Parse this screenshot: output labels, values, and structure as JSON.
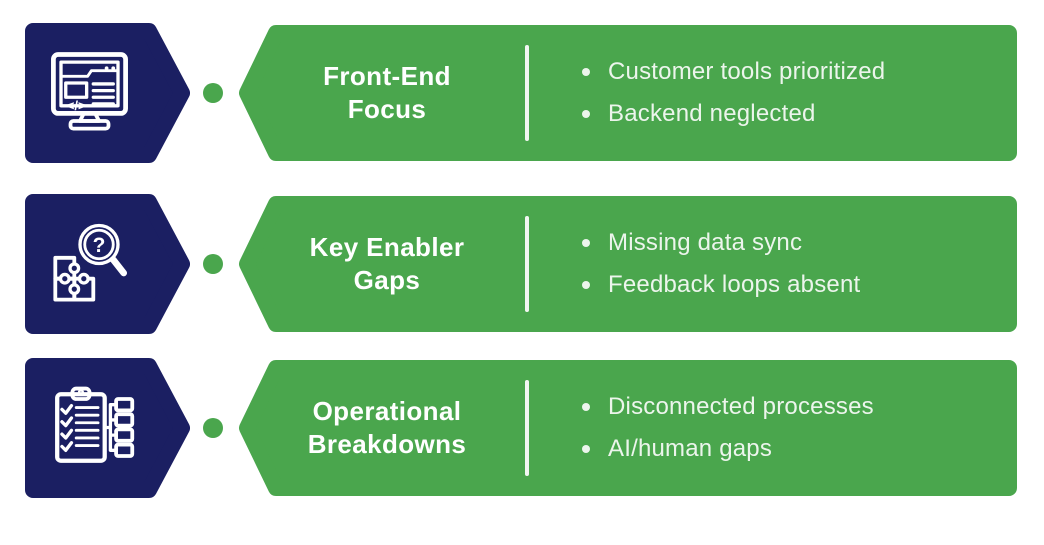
{
  "colors": {
    "navy": "#1b1f62",
    "green": "#4aa64d",
    "bullet_text": "#ecf5ec",
    "divider": "#f2f7f2",
    "background": "#ffffff"
  },
  "rows": [
    {
      "icon": "code-monitor-icon",
      "title_line1": "Front-End",
      "title_line2": "Focus",
      "bullets": [
        "Customer tools prioritized",
        "Backend neglected"
      ]
    },
    {
      "icon": "magnifier-puzzle-icon",
      "title_line1": "Key Enabler",
      "title_line2": "Gaps",
      "bullets": [
        "Missing data sync",
        "Feedback loops absent"
      ]
    },
    {
      "icon": "checklist-flowchart-icon",
      "title_line1": "Operational",
      "title_line2": "Breakdowns",
      "bullets": [
        "Disconnected processes",
        "AI/human gaps"
      ]
    }
  ]
}
